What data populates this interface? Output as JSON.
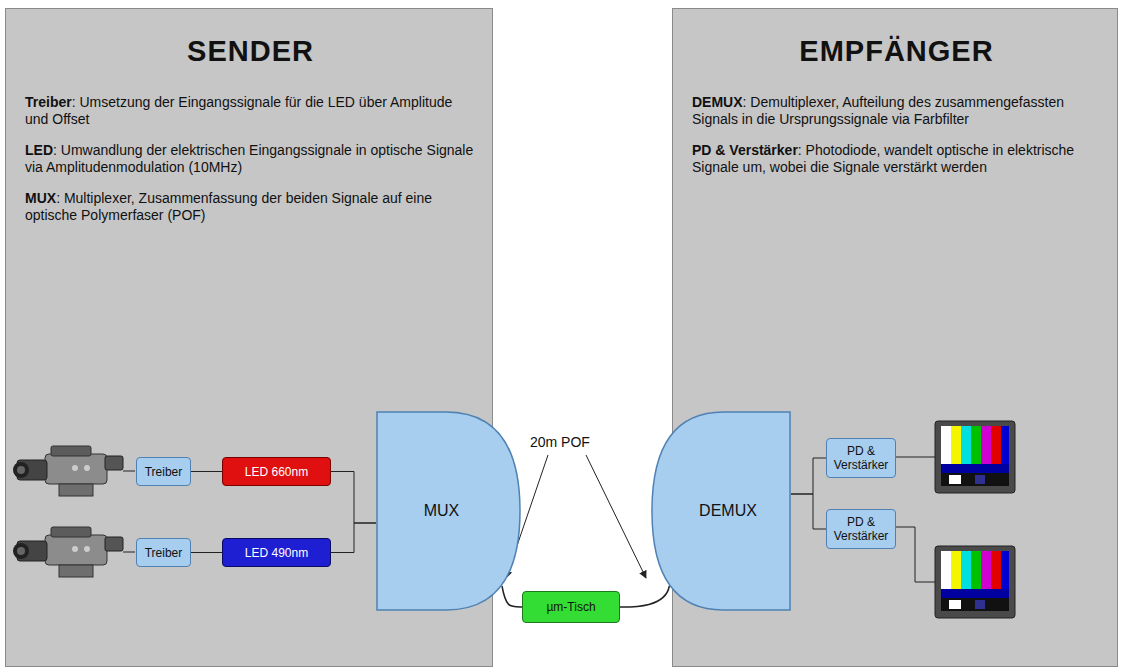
{
  "diagram": {
    "nodes": [
      {
        "text": [
          "SENDER",
          "Treiber: Umsetzung der Eingangssignale für die LED über Amplitude und Offset",
          "LED: Umwandlung der elektrischen Eingangssignale in optische Signale via Amplitudenmodulation (10MHz)",
          "MUX: Multiplexer, Zusammenfassung der beiden Signale auf eine optische Polymerfaser (POF)"
        ]
      },
      {
        "text": [
          "Treiber"
        ],
        "in": 0
      },
      {
        "text": [
          "LED 660nm"
        ],
        "in": 0
      },
      {
        "text": [
          "Treiber"
        ],
        "in": 0
      },
      {
        "text": [
          "LED 490nm"
        ],
        "in": 0
      },
      {
        "text": [
          "MUX"
        ],
        "in": 0
      },
      {
        "text": [
          "EMPFÄNGER",
          "DEMUX: Demultiplexer, Aufteilung des zusammengefassten Signals in die Ursprungssignale via Farbfilter",
          "PD & Verstärker: Photodiode, wandelt optische in elektrische Signale um, wobei die Signale verstärkt werden"
        ]
      },
      {
        "text": [
          "DEMUX"
        ],
        "in": 6
      },
      {
        "text": [
          "PD & Verstärker"
        ],
        "in": 6
      },
      {
        "text": [
          "PD & Verstärker"
        ],
        "in": 6
      },
      {
        "text": [
          "µm-Tisch"
        ]
      }
    ],
    "edges": [
      {
        "from": 1,
        "to": 2,
        "arrow": "none"
      },
      {
        "from": 3,
        "to": 4,
        "arrow": "none"
      },
      {
        "from": 2,
        "to": 5,
        "arrow": "none"
      },
      {
        "from": 4,
        "to": 5,
        "arrow": "none"
      },
      {
        "from": 5,
        "to": 10,
        "arrow": "none"
      },
      {
        "from": 10,
        "to": 7,
        "arrow": "none"
      },
      {
        "from": 7,
        "to": 8,
        "arrow": "none"
      },
      {
        "from": 7,
        "to": 9,
        "arrow": "none"
      }
    ],
    "labels": [
      "20m POF"
    ]
  }
}
